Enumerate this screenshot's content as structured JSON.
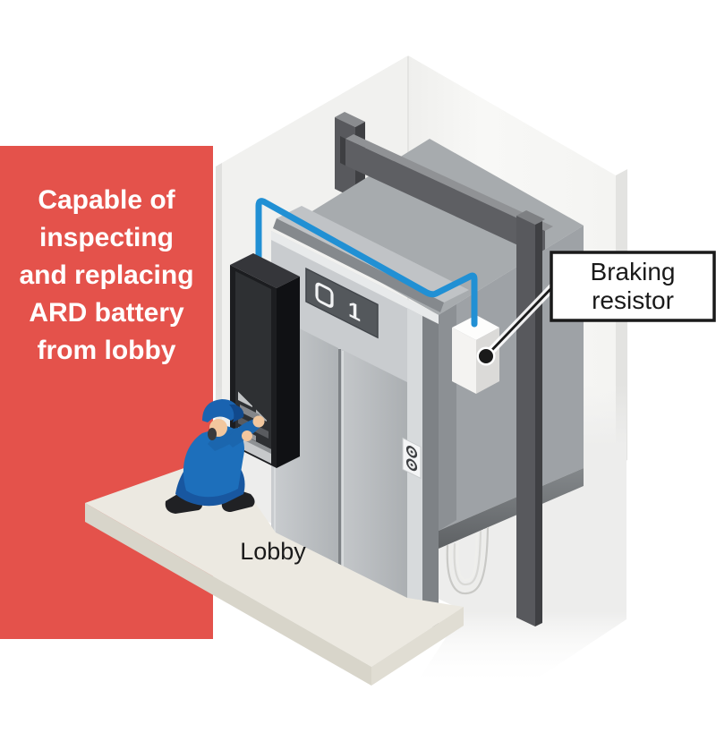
{
  "annotation": {
    "text": "Capable of inspecting and replacing ARD battery from lobby",
    "lines": [
      "Capable of",
      "inspecting",
      "and replacing",
      "ARD battery",
      "from lobby"
    ],
    "bg_color": "#E4524B",
    "text_color": "#FFFFFF"
  },
  "callout": {
    "text": "Braking resistor",
    "lines": [
      "Braking",
      "resistor"
    ],
    "border_color": "#1A1A1A",
    "bg_color": "#FFFFFF"
  },
  "floor_label": "Lobby",
  "car_display": {
    "indicator": "1"
  },
  "colors": {
    "cable_blue": "#2190D4",
    "uniform_blue": "#1D6FBB",
    "callout_red": "#E4524B",
    "rail_gray": "#58595D",
    "car_gray": "#A7ABAE",
    "floor_cream": "#ECE9E1"
  }
}
